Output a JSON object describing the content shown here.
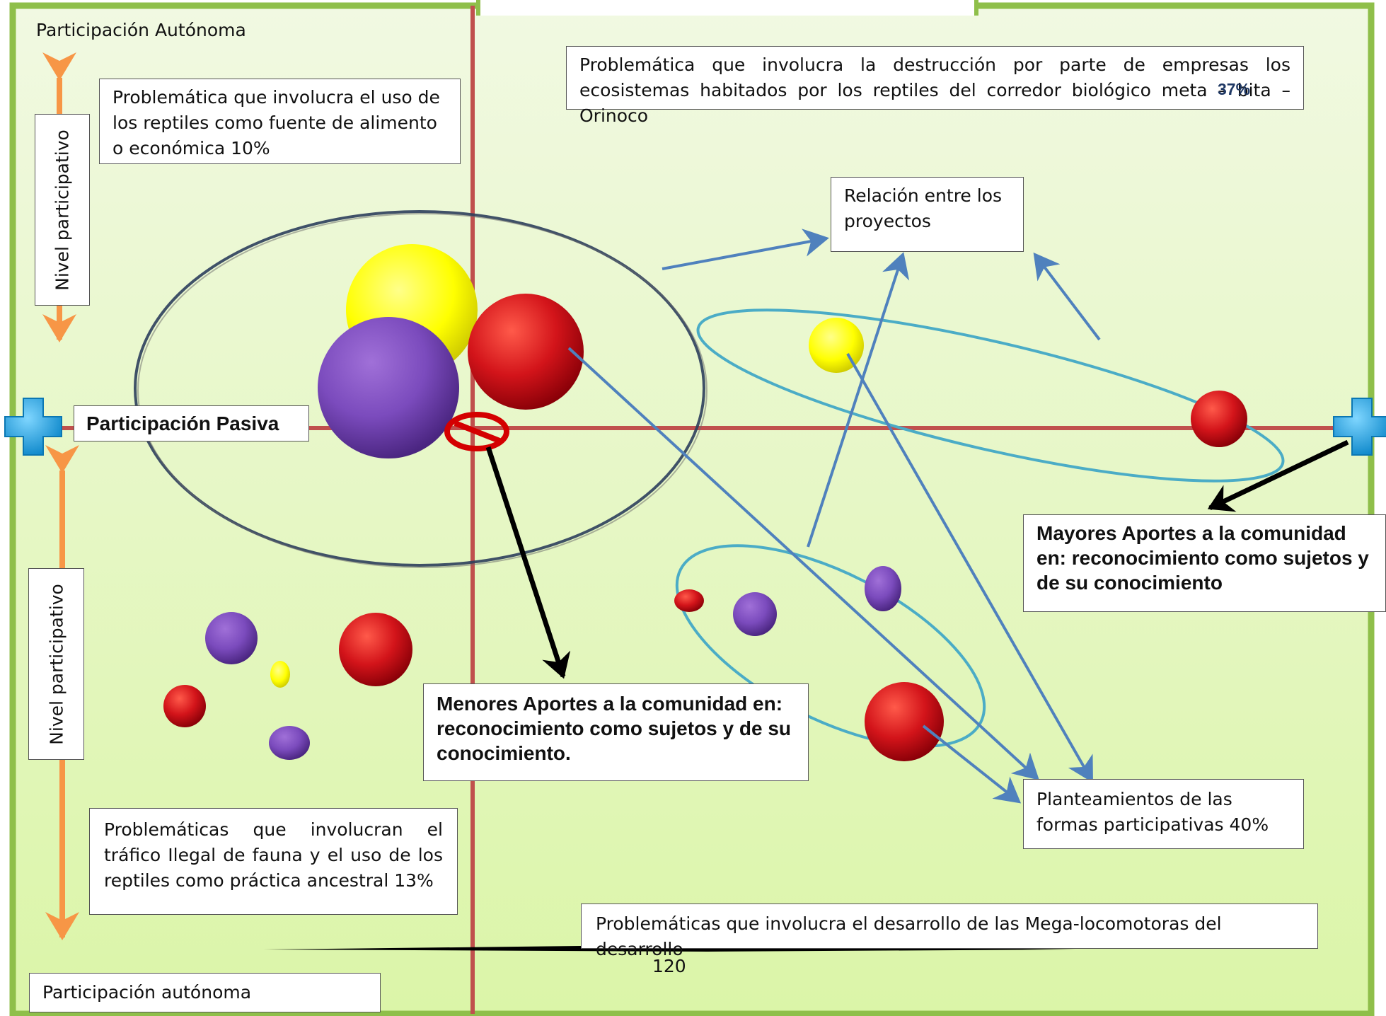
{
  "labels": {
    "top_left": "Participación Autónoma",
    "bottom_left": "Participación autónoma",
    "nivel_top": "Nivel participativo",
    "nivel_bottom": "Nivel participativo",
    "pasiva": "Participación Pasiva",
    "alimento": "Problemática que involucra el uso de los reptiles como fuente de alimento o económica 10%",
    "empresas": "Problemática que involucra la destrucción por parte de empresas los ecosistemas habitados por los reptiles del corredor biológico meta – bita – Orinoco",
    "empresas_pct": "37%",
    "relacion": "Relación entre los proyectos",
    "mayores": "Mayores  Aportes  a la comunidad en: reconocimiento como sujetos y de su conocimiento",
    "menores": "Menores Aportes  a la comunidad en: reconocimiento como sujetos y de su conocimiento.",
    "planteamientos": "Planteamientos de las formas participativas 40%",
    "trafico": "Problemáticas que involucran el tráfico Ilegal de fauna y el uso de los reptiles como  práctica  ancestral 13%",
    "mega": "Problemáticas que involucra el desarrollo de las Mega-locomotoras del desarrollo",
    "page_number": "120"
  },
  "colors": {
    "background": "#eaf7cf",
    "frame": "#8fbf4a",
    "axis": "#c0504d",
    "arrow_orange": "#f79646",
    "arrow_blue": "#4f81bd",
    "ellipse_teal": "#4bacc6",
    "bubble_red": "#c00000",
    "bubble_purple": "#7030a0",
    "bubble_yellow": "#ffff00",
    "plus_blue": "#00a2e8"
  }
}
